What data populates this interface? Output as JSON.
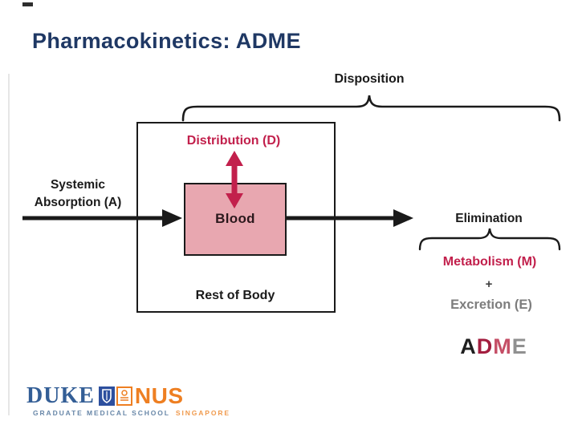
{
  "slide": {
    "title": "Pharmacokinetics: ADME"
  },
  "diagram": {
    "disposition_label": "Disposition",
    "distribution_label": "Distribution (D)",
    "systemic_absorption_line1": "Systemic",
    "systemic_absorption_line2": "Absorption (A)",
    "blood_label": "Blood",
    "rest_of_body_label": "Rest of Body",
    "elimination_label": "Elimination",
    "metabolism_label": "Metabolism (M)",
    "plus_label": "+",
    "excretion_label": "Excretion (E)",
    "adme_letters": {
      "a": "A",
      "d": "D",
      "m": "M",
      "e": "E"
    },
    "colors": {
      "title_navy": "#1f3864",
      "crimson_accent": "#c2204c",
      "diagram_black": "#1a1a1a",
      "muted_gray": "#7d7d7d",
      "blood_box_fill": "#e8a7b0",
      "adme_d": "#a31e3f",
      "adme_m": "#c54e66",
      "adme_e": "#909090"
    }
  },
  "logo": {
    "duke_text": "DUKE",
    "nus_text": "NUS",
    "subtitle_school": "GRADUATE MEDICAL SCHOOL",
    "subtitle_country": "SINGAPORE",
    "colors": {
      "duke_blue": "#335e96",
      "nus_orange": "#ee7f22",
      "subtitle_blue": "#6887a8",
      "subtitle_orange": "#f09a4d"
    }
  }
}
